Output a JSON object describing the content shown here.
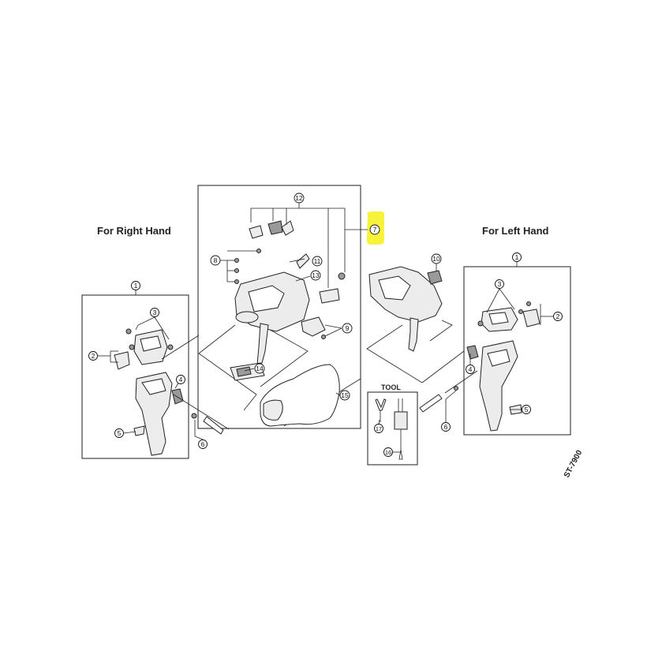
{
  "headings": {
    "right_hand": "For Right Hand",
    "left_hand": "For Left Hand",
    "tool": "TOOL"
  },
  "model_code": "ST-7900",
  "highlight_color": "#f7f23a",
  "callouts": {
    "n1": "1",
    "n2": "2",
    "n3": "3",
    "n4": "4",
    "n5": "5",
    "n6": "6",
    "n7": "7",
    "n8": "8",
    "n9": "9",
    "n10": "10",
    "n11": "11",
    "n12": "12",
    "n13": "13",
    "n14": "14",
    "n15": "15",
    "n16": "16",
    "n17": "17"
  }
}
